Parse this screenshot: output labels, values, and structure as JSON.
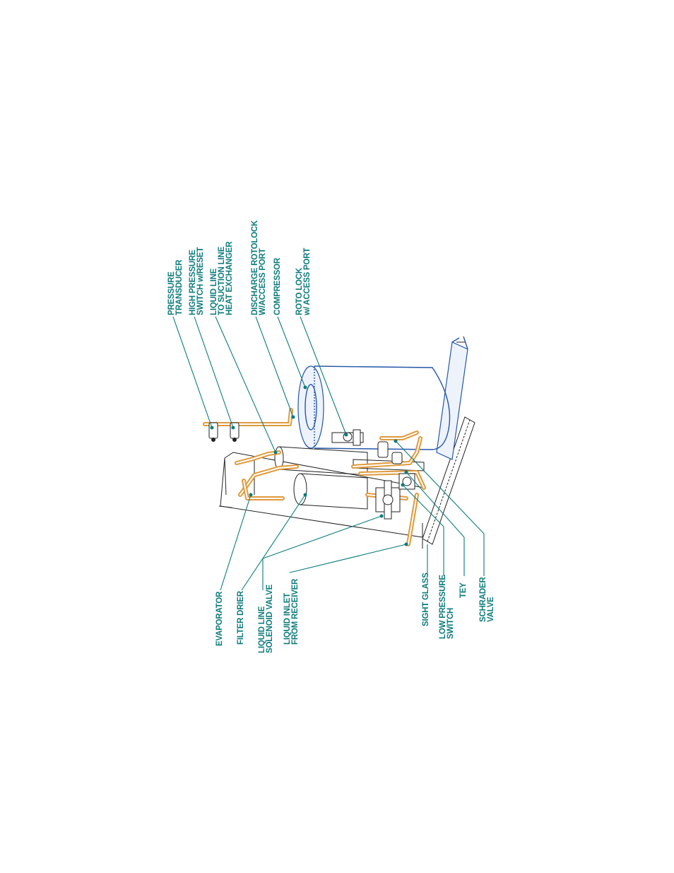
{
  "colors": {
    "label": "#0e7b7b",
    "compressor": "#2457a8",
    "tubing": "#e09a3c",
    "frame": "#222222"
  },
  "labels": {
    "pressure_transducer": [
      "PRESSURE",
      "TRANSDUCER"
    ],
    "high_pressure_switch": [
      "HIGH PRESSURE",
      "SWITCH w/RESET"
    ],
    "liquid_line_hx": [
      "LIQUID LINE",
      "TO SUCTION LINE",
      "HEAT EXCHANGER"
    ],
    "discharge_rotolock": [
      "DISCHARGE ROTOLOCK",
      "W/ACCESS PORT"
    ],
    "compressor": [
      "COMPRESSOR"
    ],
    "roto_lock": [
      "ROTO LOCK",
      "w/ ACCESS PORT"
    ],
    "evaporator": [
      "EVAPORATOR"
    ],
    "filter_drier": [
      "FILTER DRIER"
    ],
    "liquid_line_solenoid": [
      "LIQUID LINE",
      "SOLENOID VALVE"
    ],
    "liquid_inlet": [
      "LIQUID INLET",
      "FROM RECEIVER"
    ],
    "sight_glass": [
      "SIGHT GLASS"
    ],
    "low_pressure_switch": [
      "LOW PRESSURE",
      "SWITCH"
    ],
    "tey": [
      "TEY"
    ],
    "schrader_valve": [
      "SCHRADER",
      "VALVE"
    ]
  }
}
